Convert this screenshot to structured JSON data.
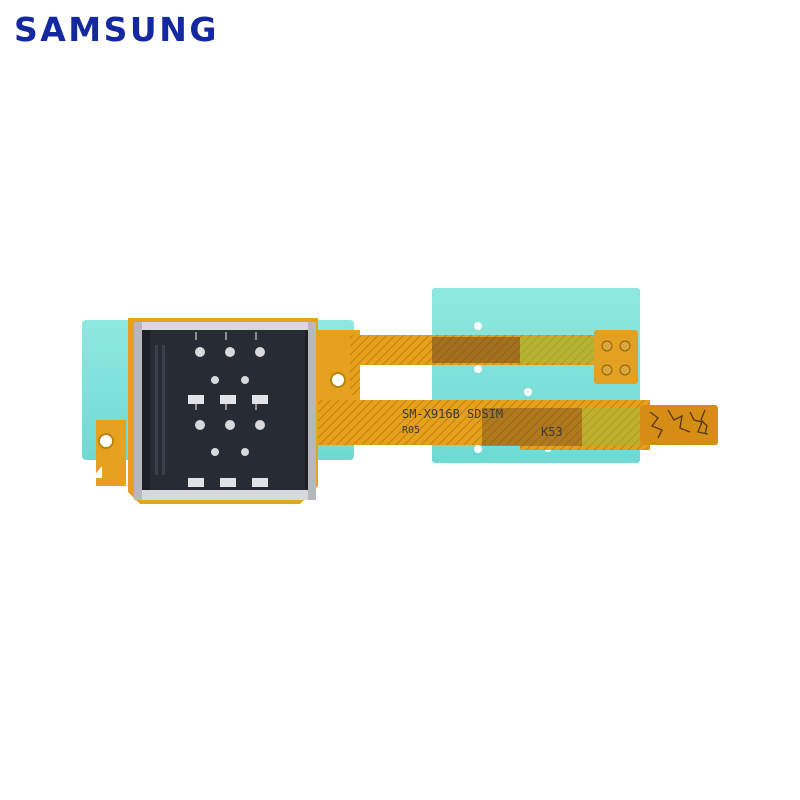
{
  "brand": {
    "name": "SAMSUNG",
    "color": "#1428a0"
  },
  "product": {
    "board_label": "SM-X916B SDSIM",
    "label_small": "R05",
    "label_code": "K53"
  },
  "colors": {
    "flex_orange": "#e7a21e",
    "flex_dark": "#c98512",
    "protective_film": "#7fe3dc",
    "connector_black": "#1c1f25",
    "contacts_silver": "#d7d9dc",
    "gold_pad": "#d9a63a"
  }
}
